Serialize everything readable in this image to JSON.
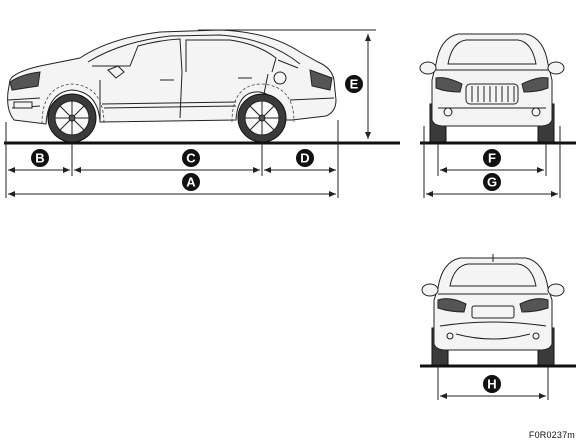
{
  "dimension_labels": {
    "A": "A",
    "B": "B",
    "C": "C",
    "D": "D",
    "E": "E",
    "F": "F",
    "G": "G",
    "H": "H"
  },
  "figure_code": "F0R0237m"
}
